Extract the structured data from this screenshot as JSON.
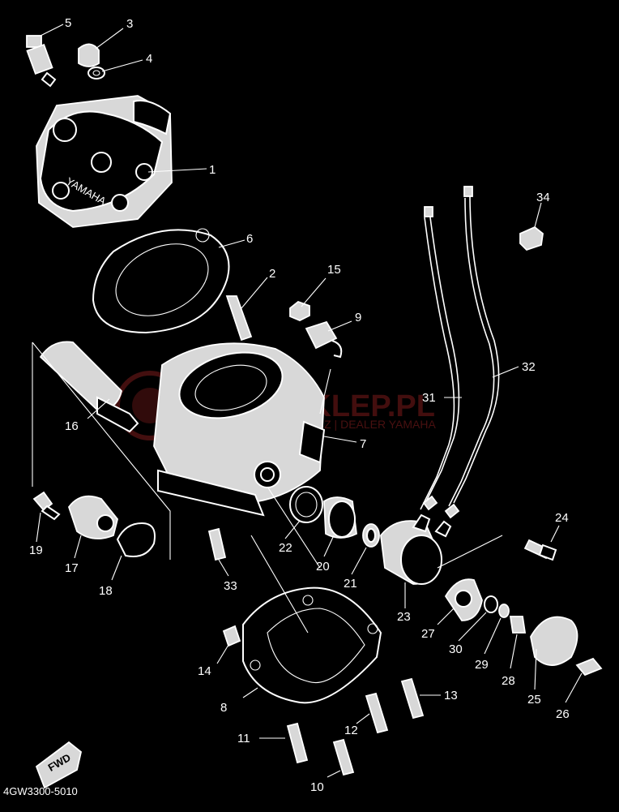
{
  "callouts": [
    "1",
    "2",
    "3",
    "4",
    "5",
    "6",
    "7",
    "8",
    "9",
    "10",
    "11",
    "12",
    "13",
    "14",
    "15",
    "16",
    "17",
    "18",
    "19",
    "20",
    "21",
    "22",
    "23",
    "24",
    "25",
    "26",
    "27",
    "28",
    "29",
    "30",
    "31",
    "32",
    "33",
    "34"
  ],
  "diagram_code": "4GW3300-5010",
  "fwd_label": "FWD",
  "watermark": {
    "main": "YAMA-SKLEP.PL",
    "sub": "CZ | DEALER YAMAHA",
    "color": "#7a1b1b"
  },
  "head_marking": "YAMAHA",
  "colors": {
    "background": "#000000",
    "linework": "#ffffff"
  }
}
